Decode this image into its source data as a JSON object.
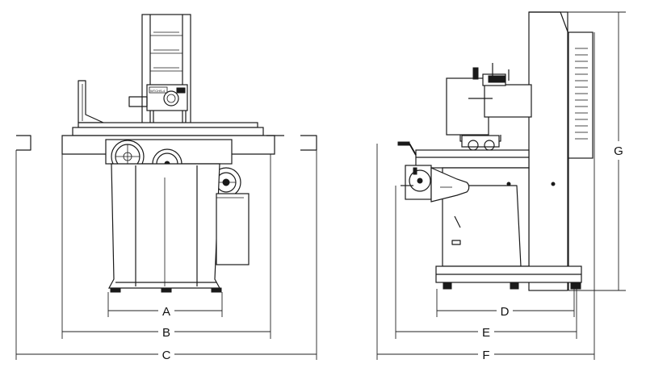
{
  "dimensions": {
    "A": "A",
    "B": "B",
    "C": "C",
    "D": "D",
    "E": "E",
    "F": "F",
    "G": "G"
  },
  "plate": {
    "text": "WTCHS-4"
  }
}
